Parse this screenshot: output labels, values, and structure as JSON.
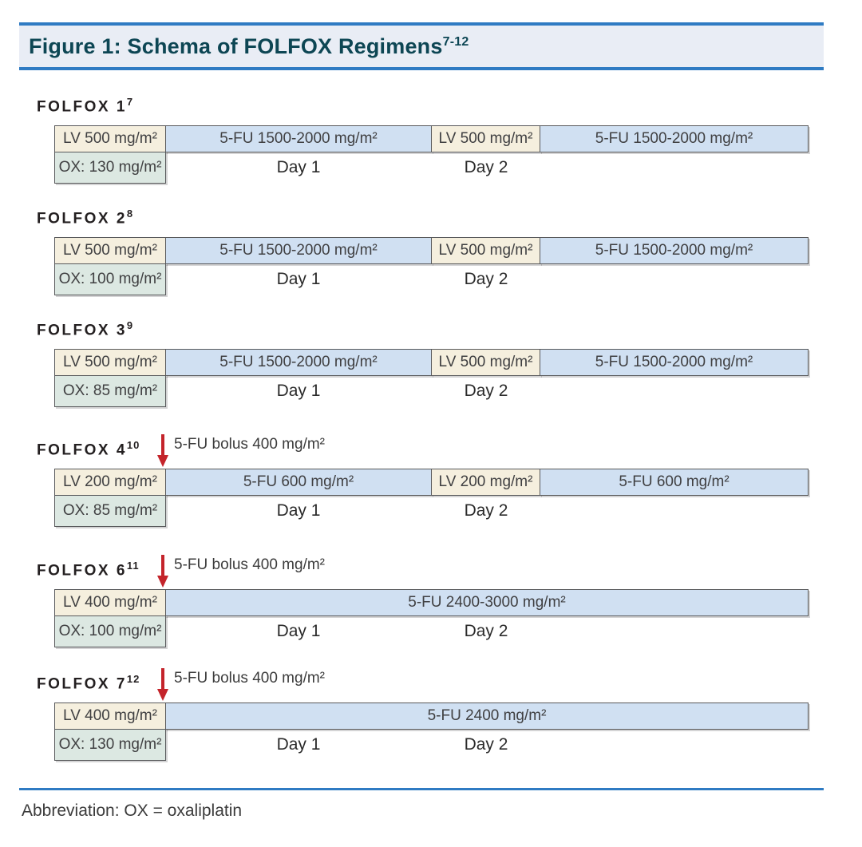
{
  "figure": {
    "title": "Figure 1: Schema of FOLFOX Regimens",
    "title_ref": "7-12"
  },
  "colors": {
    "accent_blue": "#2f7bc3",
    "title_text": "#0d4654",
    "title_background": "#e9edf5",
    "lv_box": "#f5efde",
    "fu_box": "#d0e0f2",
    "ox_box": "#dce8e2",
    "box_border": "#58595b",
    "arrow_red": "#c4242b"
  },
  "day_labels": {
    "day1": "Day 1",
    "day2": "Day 2"
  },
  "regimens": [
    {
      "name": "FOLFOX 1",
      "ref": "7",
      "lv1": "LV 500 mg/m²",
      "fu1": "5-FU 1500-2000 mg/m²",
      "lv2": "LV 500 mg/m²",
      "fu2": "5-FU 1500-2000 mg/m²",
      "ox": "OX: 130 mg/m²"
    },
    {
      "name": "FOLFOX 2",
      "ref": "8",
      "lv1": "LV 500 mg/m²",
      "fu1": "5-FU 1500-2000 mg/m²",
      "lv2": "LV 500 mg/m²",
      "fu2": "5-FU 1500-2000 mg/m²",
      "ox": "OX: 100 mg/m²"
    },
    {
      "name": "FOLFOX 3",
      "ref": "9",
      "lv1": "LV 500 mg/m²",
      "fu1": "5-FU 1500-2000 mg/m²",
      "lv2": "LV 500 mg/m²",
      "fu2": "5-FU 1500-2000 mg/m²",
      "ox": "OX: 85 mg/m²"
    },
    {
      "name": "FOLFOX 4",
      "ref": "10",
      "bolus": "5-FU bolus 400 mg/m²",
      "lv1": "LV 200 mg/m²",
      "fu1": "5-FU 600 mg/m²",
      "lv2": "LV 200 mg/m²",
      "fu2": "5-FU 600 mg/m²",
      "ox": "OX: 85 mg/m²"
    },
    {
      "name": "FOLFOX 6",
      "ref": "11",
      "bolus": "5-FU bolus 400 mg/m²",
      "lv1": "LV 400 mg/m²",
      "fu_wide": "5-FU 2400-3000 mg/m²",
      "ox": "OX: 100 mg/m²"
    },
    {
      "name": "FOLFOX 7",
      "ref": "12",
      "bolus": "5-FU bolus 400 mg/m²",
      "lv1": "LV 400 mg/m²",
      "fu_wide": "5-FU 2400 mg/m²",
      "ox": "OX: 130 mg/m²"
    }
  ],
  "footer": {
    "abbreviation": "Abbreviation: OX = oxaliplatin"
  }
}
